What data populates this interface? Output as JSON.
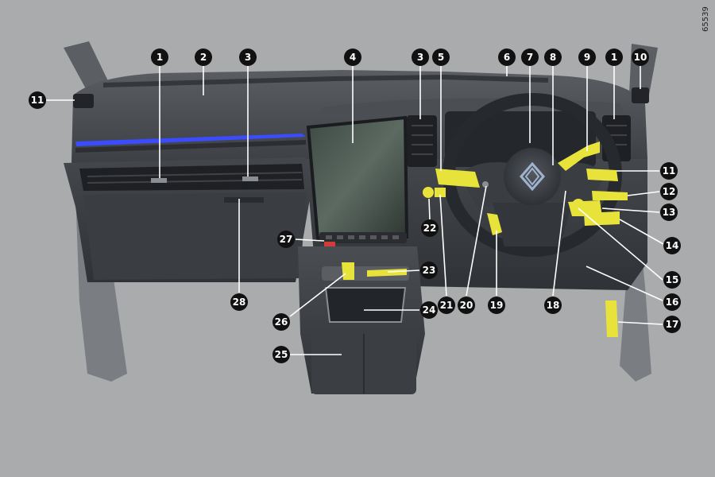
{
  "figure": {
    "code": "65539",
    "accent_color": "#e8e33a",
    "ambient_light_color": "#3b4cff"
  },
  "callouts": [
    {
      "id": "1a",
      "label": "1"
    },
    {
      "id": "2",
      "label": "2"
    },
    {
      "id": "3a",
      "label": "3"
    },
    {
      "id": "4",
      "label": "4"
    },
    {
      "id": "3b",
      "label": "3"
    },
    {
      "id": "5",
      "label": "5"
    },
    {
      "id": "6",
      "label": "6"
    },
    {
      "id": "7",
      "label": "7"
    },
    {
      "id": "8",
      "label": "8"
    },
    {
      "id": "9",
      "label": "9"
    },
    {
      "id": "1b",
      "label": "1"
    },
    {
      "id": "10",
      "label": "10"
    },
    {
      "id": "11a",
      "label": "11"
    },
    {
      "id": "11b",
      "label": "11"
    },
    {
      "id": "12",
      "label": "12"
    },
    {
      "id": "13",
      "label": "13"
    },
    {
      "id": "14",
      "label": "14"
    },
    {
      "id": "15",
      "label": "15"
    },
    {
      "id": "16",
      "label": "16"
    },
    {
      "id": "17",
      "label": "17"
    },
    {
      "id": "18",
      "label": "18"
    },
    {
      "id": "19",
      "label": "19"
    },
    {
      "id": "20",
      "label": "20"
    },
    {
      "id": "21",
      "label": "21"
    },
    {
      "id": "22",
      "label": "22"
    },
    {
      "id": "23",
      "label": "23"
    },
    {
      "id": "24",
      "label": "24"
    },
    {
      "id": "25",
      "label": "25"
    },
    {
      "id": "26",
      "label": "26"
    },
    {
      "id": "27",
      "label": "27"
    },
    {
      "id": "28",
      "label": "28"
    }
  ]
}
